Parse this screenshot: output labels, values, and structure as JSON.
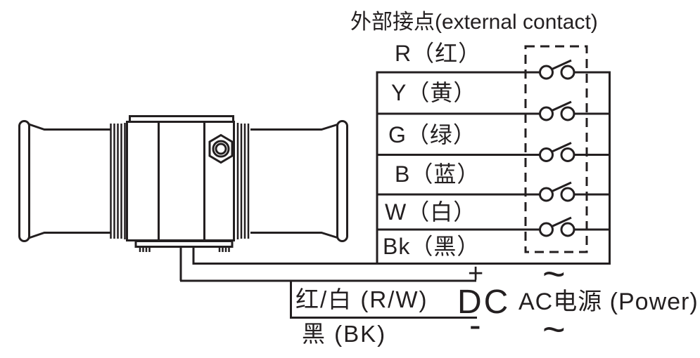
{
  "diagram": {
    "title": "外部接点(external contact)",
    "device": "dual-horn-sounder",
    "terminal_table": {
      "rows": [
        {
          "label": "R（红）"
        },
        {
          "label": "Y（黄）"
        },
        {
          "label": "G（绿）"
        },
        {
          "label": "B（蓝）"
        },
        {
          "label": "W（白）"
        },
        {
          "label": "Bk（黑）"
        }
      ],
      "switch_count": 5
    },
    "dc_power": {
      "plus": "+",
      "minus": "-",
      "label": "DC",
      "positive_wire": "红/白 (R/W)",
      "negative_wire": "黑 (BK)"
    },
    "ac_power": {
      "label": "AC电源 (Power)",
      "tilde_top": "~",
      "tilde_bottom": "~"
    },
    "colors": {
      "line": "#231f20",
      "background": "#ffffff"
    }
  }
}
